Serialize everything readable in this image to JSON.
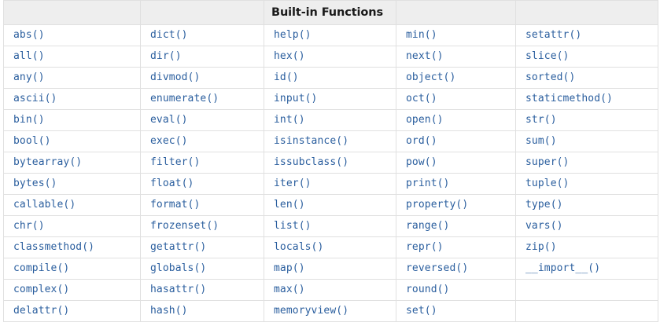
{
  "table": {
    "title": "Built-in Functions",
    "title_column_index": 2,
    "header_cells": [
      "",
      "",
      "Built-in Functions",
      "",
      ""
    ],
    "columns": 5,
    "rows": [
      [
        "abs()",
        "dict()",
        "help()",
        "min()",
        "setattr()"
      ],
      [
        "all()",
        "dir()",
        "hex()",
        "next()",
        "slice()"
      ],
      [
        "any()",
        "divmod()",
        "id()",
        "object()",
        "sorted()"
      ],
      [
        "ascii()",
        "enumerate()",
        "input()",
        "oct()",
        "staticmethod()"
      ],
      [
        "bin()",
        "eval()",
        "int()",
        "open()",
        "str()"
      ],
      [
        "bool()",
        "exec()",
        "isinstance()",
        "ord()",
        "sum()"
      ],
      [
        "bytearray()",
        "filter()",
        "issubclass()",
        "pow()",
        "super()"
      ],
      [
        "bytes()",
        "float()",
        "iter()",
        "print()",
        "tuple()"
      ],
      [
        "callable()",
        "format()",
        "len()",
        "property()",
        "type()"
      ],
      [
        "chr()",
        "frozenset()",
        "list()",
        "range()",
        "vars()"
      ],
      [
        "classmethod()",
        "getattr()",
        "locals()",
        "repr()",
        "zip()"
      ],
      [
        "compile()",
        "globals()",
        "map()",
        "reversed()",
        "__import__()"
      ],
      [
        "complex()",
        "hasattr()",
        "max()",
        "round()",
        ""
      ],
      [
        "delattr()",
        "hash()",
        "memoryview()",
        "set()",
        ""
      ]
    ]
  },
  "colors": {
    "link": "#2a5e9e",
    "header_background": "#eeeeee",
    "header_text": "#1a1a1a",
    "border": "#e0e0e0",
    "page_background": "#ffffff"
  }
}
